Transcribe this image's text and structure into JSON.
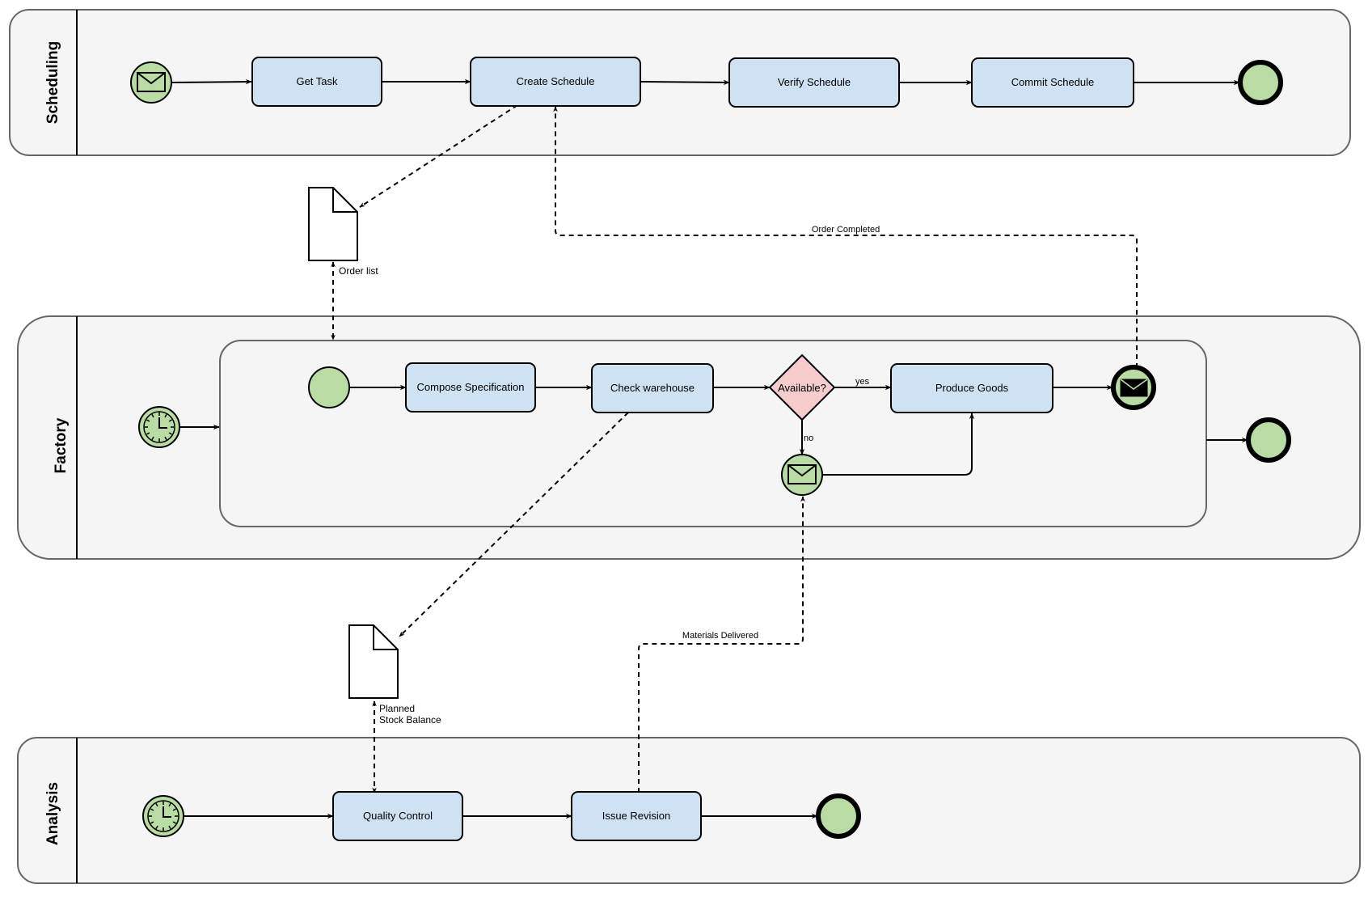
{
  "diagram": {
    "lanes": [
      {
        "id": "scheduling",
        "title": "Scheduling"
      },
      {
        "id": "factory",
        "title": "Factory"
      },
      {
        "id": "analysis",
        "title": "Analysis"
      }
    ],
    "tasks": {
      "get_task": "Get Task",
      "create_schedule": "Create Schedule",
      "verify_schedule": "Verify Schedule",
      "commit_schedule": "Commit Schedule",
      "compose_specification": "Compose Specification",
      "check_warehouse": "Check warehouse",
      "produce_goods": "Produce Goods",
      "quality_control": "Quality Control",
      "issue_revision": "Issue Revision"
    },
    "gateway": {
      "label": "Available?",
      "yes_label": "yes",
      "no_label": "no"
    },
    "documents": {
      "order_list": "Order list",
      "planned_stock_line1": "Planned",
      "planned_stock_line2": "Stock Balance"
    },
    "message_flows": {
      "order_completed": "Order Completed",
      "materials_delivered": "Materials Delivered"
    },
    "colors": {
      "lane_fill": "#f5f5f5",
      "lane_stroke": "#666666",
      "task_fill": "#cfe2f3",
      "event_fill": "#b9dca5",
      "gateway_fill": "#f4cccc",
      "stroke": "#000000"
    },
    "icons": {
      "message_start": "envelope-icon",
      "timer_start": "clock-icon",
      "message_end": "filled-envelope-icon",
      "document": "document-icon"
    }
  }
}
